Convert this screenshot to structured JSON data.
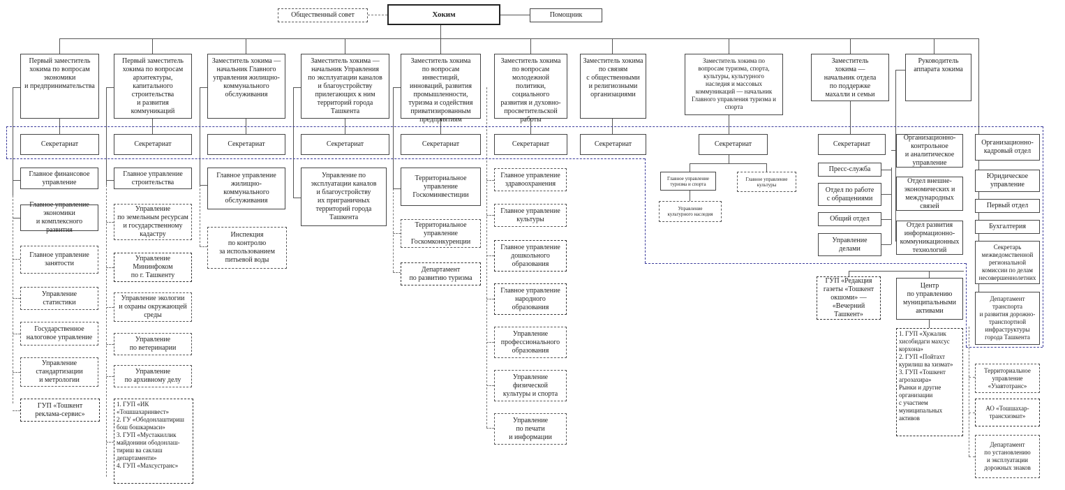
{
  "head": {
    "title": "Хоким",
    "council": "Общественный совет",
    "assistant": "Помощник"
  },
  "deputies": [
    {
      "title": "Первый заместитель\nхокима по вопросам\nэкономики\nи предпринимательства"
    },
    {
      "title": "Первый заместитель\nхокима по вопросам\nархитектуры,\nкапитального\nстроительства\nи развития\nкоммуникаций"
    },
    {
      "title": "Заместитель хокима —\nначальник Главного\nуправления жилищно-\nкоммунального\nобслуживания"
    },
    {
      "title": "Заместитель хокима —\nначальник Управления\nпо эксплуатации каналов\nи благоустройству\nприлегающих к ним\nтерриторий города\nТашкента"
    },
    {
      "title": "Заместитель хокима\nпо вопросам инвестиций,\nинноваций, развития\nпромышленности,\nтуризма и содействия\nприватизированным\nпредприятиям"
    },
    {
      "title": "Заместитель хокима\nпо вопросам\nмолодежной\nполитики,\nсоциального\nразвития и духовно-\nпросветительской\nработы"
    },
    {
      "title": "Заместитель хокима\nпо связям\nс общественными\nи религиозными\nорганизациями"
    },
    {
      "title": "Заместитель хокима по\nвопросам туризма, спорта,\nкультуры, культурного\nнаследия и массовых\nкоммуникаций — начальник\nГлавного управления туризма и\nспорта"
    },
    {
      "title": "Заместитель\nхокима —\nначальник отдела\nпо поддержке\nмахалли и семьи"
    },
    {
      "title": "Руководитель\nаппарата хокима"
    }
  ],
  "secretariat_label": "Секретариат",
  "col1": [
    "Главное финансовое\nуправление",
    "Главное управление\nэкономики\nи комплексного развития",
    "Главное управление\nзанятости",
    "Управление\nстатистики",
    "Государственное\nналоговое управление",
    "Управление\nстандартизации\nи метрологии",
    "ГУП «Тошкент\nреклама-сервис»"
  ],
  "col2": [
    "Главное управление\nстроительства",
    "Управление\nпо земельным ресурсам\nи государственному\nкадастру",
    "Управление\nМининфоком\nпо г. Ташкенту",
    "Управление экологии\nи охраны окружающей\nсреды",
    "Управление\nпо ветеринарии",
    "Управление\nпо архивному делу",
    "1. ГУП «ИК\n«Тошшахаринвест»\n2. ГУ «Ободонлаштириш\nбош бошкармаси»\n3. ГУП «Мустакиллик\nмайдонини ободонлаш-\nтириш ва саклаш\nдепартаменти»\n4. ГУП «Махсустранс»"
  ],
  "col3": [
    "Главное управление\nжилищно-\nкоммунального\nобслуживания",
    "Инспекция\nпо контролю\nза использованием\nпитьевой воды"
  ],
  "col4": [
    "Управление по\nэксплуатации каналов\nи благоустройству\nих приграничных\nтерриторий города\nТашкента"
  ],
  "col5": [
    "Территориальное\nуправление\nГоскоминвестиции",
    "Территориальное\nуправление\nГоскомконкуренции",
    "Департамент\nпо развитию туризма"
  ],
  "col6": [
    "Главное управление\nздравоохранения",
    "Главное управление\nкультуры",
    "Главное управление\nдошкольного\nобразования",
    "Главное управление\nнародного\nобразования",
    "Управление\nпрофессионального\nобразования",
    "Управление\nфизической\nкультуры и спорта",
    "Управление\nпо печати\nи информации"
  ],
  "col8": [
    "Главное управление\nтуризма и спорта",
    "Главное управление\nкультуры",
    "Управление\nкультурного наследия"
  ],
  "col9": [
    "Пресс-служба",
    "Отдел по работе\nс обращениями",
    "Общий отдел",
    "Управление\nделами",
    "ГУП «Редакция\nгазеты «Тошкент\nокшоми» —\n«Вечерний\nТашкент»",
    "Центр\nпо управлению\nмуниципальными\nактивами",
    "1. ГУП «Хужалик\nхисобидаги махсус\nкорхона»\n2. ГУП «Пойтахт\nкурилиш ва хизмат»\n3. ГУП «Тошкент\nагрозахира»\nРынки и другие\nорганизации\nс участием\nмуниципальных\nактивов"
  ],
  "col10": [
    "Организационно-\nконтрольное\nи аналитическое\nуправление",
    "Отдел внешне-\nэкономических и\nмеждународных\nсвязей",
    "Отдел развития\nинформационно-\nкоммуникационных\nтехнологий"
  ],
  "col11": [
    "Организационно-\nкадровый отдел",
    "Юридическое\nуправление",
    "Первый отдел",
    "Бухгалтерия",
    "Секретарь\nмежведомственной\nрегиональной\nкомиссии по делам\nнесовершеннолетних",
    "Департамент\nтранспорта\nи развития дорожно-\nтранспортной\nинфраструктуры\nгорода Ташкента",
    "Территориальное\nуправление\n«Узавтотранс»",
    "АО «Тошшахар-\nтрансхизмат»",
    "Департамент\nпо установлению\nи эксплуатации\nдорожных знаков"
  ]
}
